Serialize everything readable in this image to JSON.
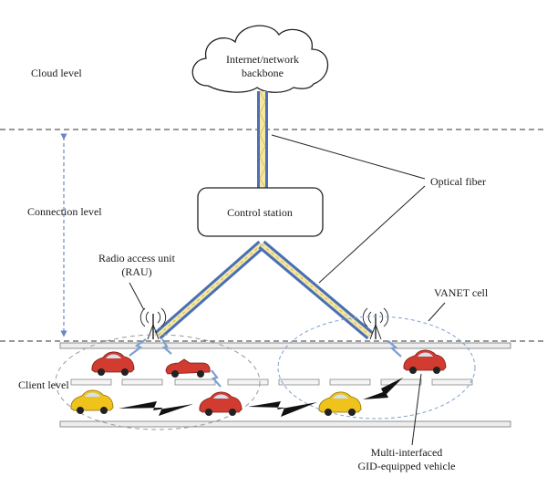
{
  "levels": {
    "cloud": "Cloud level",
    "connection": "Connection level",
    "client": "Client level"
  },
  "cloud": {
    "line1": "Internet/network",
    "line2": "backbone"
  },
  "control_station": "Control station",
  "optical_fiber": "Optical fiber",
  "rau": {
    "line1": "Radio access unit",
    "line2": "(RAU)"
  },
  "vanet_cell": "VANET cell",
  "vehicle_label": {
    "line1": "Multi-interfaced",
    "line2": "GID-equipped vehicle"
  },
  "colors": {
    "fiber_blue": "#4a6fb5",
    "fiber_core": "#f2e7a6",
    "link_dark": "#111111",
    "wireless_blue": "#7d9fd0",
    "car_red": "#d23b2f",
    "car_yellow": "#f0c21c",
    "dashed_blue": "#6a86c8"
  }
}
